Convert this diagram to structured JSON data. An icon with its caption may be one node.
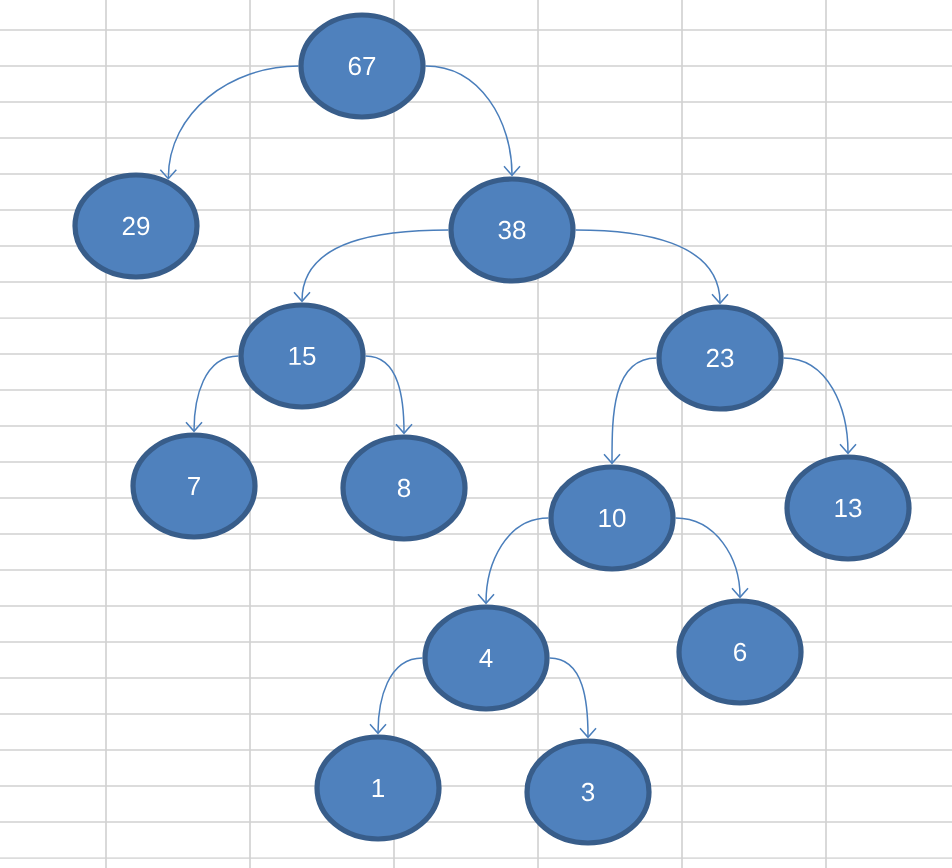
{
  "diagram": {
    "nodes": [
      {
        "text": [
          "67"
        ]
      },
      {
        "text": [
          "29"
        ]
      },
      {
        "text": [
          "38"
        ]
      },
      {
        "text": [
          "15"
        ]
      },
      {
        "text": [
          "23"
        ]
      },
      {
        "text": [
          "7"
        ]
      },
      {
        "text": [
          "8"
        ]
      },
      {
        "text": [
          "10"
        ]
      },
      {
        "text": [
          "13"
        ]
      },
      {
        "text": [
          "4"
        ]
      },
      {
        "text": [
          "6"
        ]
      },
      {
        "text": [
          "1"
        ]
      },
      {
        "text": [
          "3"
        ]
      }
    ],
    "edges": [
      {
        "from": 0,
        "to": 1,
        "arrow": "to"
      },
      {
        "from": 0,
        "to": 2,
        "arrow": "to"
      },
      {
        "from": 2,
        "to": 3,
        "arrow": "to"
      },
      {
        "from": 2,
        "to": 4,
        "arrow": "to"
      },
      {
        "from": 3,
        "to": 5,
        "arrow": "to"
      },
      {
        "from": 3,
        "to": 6,
        "arrow": "to"
      },
      {
        "from": 4,
        "to": 7,
        "arrow": "to"
      },
      {
        "from": 4,
        "to": 8,
        "arrow": "to"
      },
      {
        "from": 7,
        "to": 9,
        "arrow": "to"
      },
      {
        "from": 7,
        "to": 10,
        "arrow": "to"
      },
      {
        "from": 9,
        "to": 11,
        "arrow": "to"
      },
      {
        "from": 9,
        "to": 12,
        "arrow": "to"
      }
    ]
  }
}
